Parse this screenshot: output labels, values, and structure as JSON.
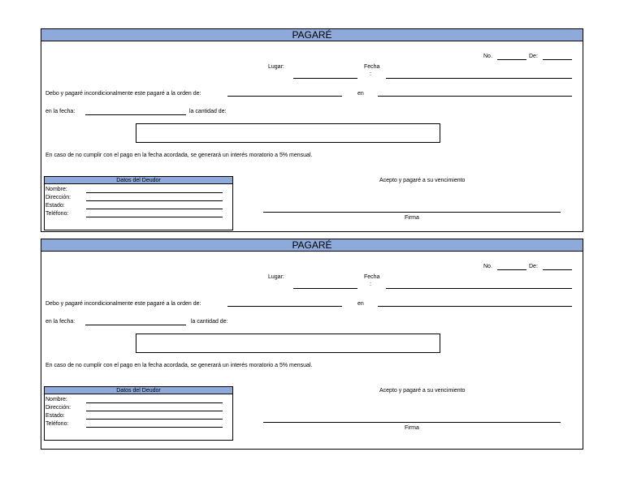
{
  "title": "PAGARÉ",
  "no_label": "No.",
  "de_label": "De:",
  "lugar_label": "Lugar:",
  "fecha_label": "Fecha",
  "fecha_colon": ":",
  "debo_text": "Debo y pagaré incondicionalmente este pagaré a la orden de:",
  "en_label": "en",
  "en_la_fecha_label": "en la fecha:",
  "cantidad_label": "la cantidad de:",
  "interes_text": "En caso de no cumplir con el pago en la fecha acordada, se generará un interés moratorio a 5% mensual.",
  "deudor": {
    "title": "Datos del Deudor",
    "nombre": "Nombre:",
    "direccion": "Dirección:",
    "estado": "Estado:",
    "telefono": "Teléfono:"
  },
  "acepto_text": "Acepto y pagaré a su vencimiento",
  "firma_label": "Firma",
  "colors": {
    "header_fill": "#8eaadb"
  }
}
